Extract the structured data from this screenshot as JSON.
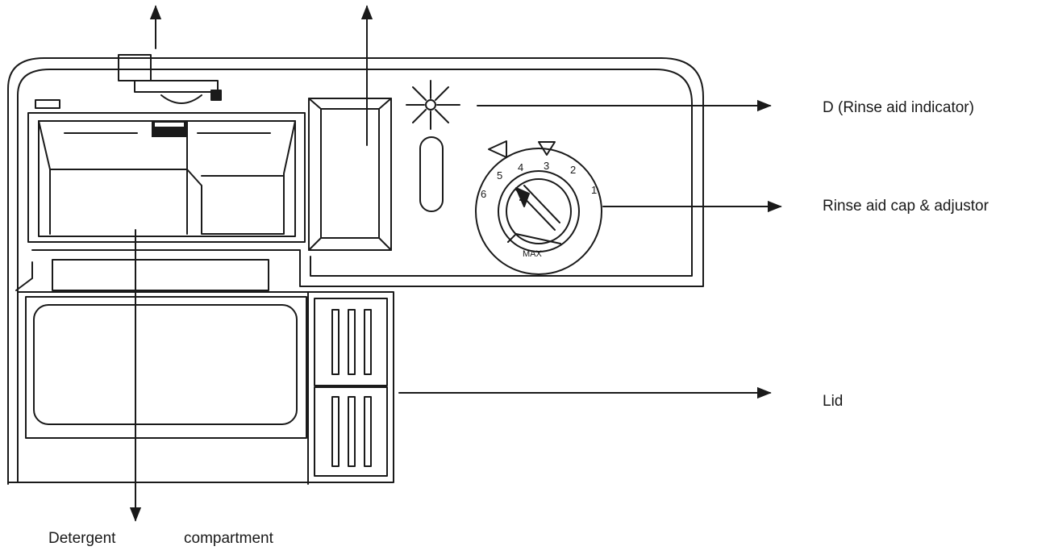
{
  "labels": {
    "rinse_aid_indicator": "D (Rinse aid indicator)",
    "rinse_aid_cap": "Rinse aid cap & adjustor",
    "lid": "Lid",
    "detergent_word": "Detergent",
    "compartment_word": "compartment"
  },
  "dial": {
    "numbers": [
      "1",
      "2",
      "3",
      "4",
      "5",
      "6"
    ],
    "max_label": "MAX"
  },
  "colors": {
    "line": "#1a1a1a",
    "background": "#ffffff"
  }
}
